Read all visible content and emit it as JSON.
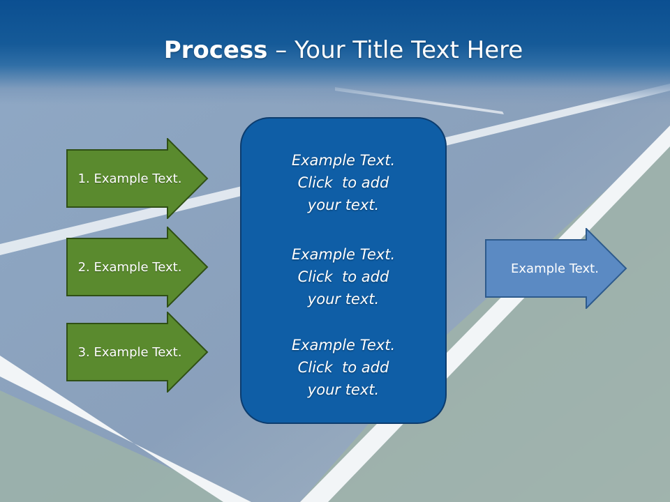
{
  "slide": {
    "title_bold": "Process",
    "title_rest": " – Your Title Text Here"
  },
  "steps": [
    {
      "label": "1. Example Text."
    },
    {
      "label": "2. Example Text."
    },
    {
      "label": "3. Example Text."
    }
  ],
  "center_panel": {
    "blocks": [
      {
        "line1": "Example Text.",
        "line2": "Click  to add",
        "line3": "your text."
      },
      {
        "line1": "Example Text.",
        "line2": "Click  to add",
        "line3": "your text."
      },
      {
        "line1": "Example Text.",
        "line2": "Click  to add",
        "line3": "your text."
      }
    ]
  },
  "output": {
    "label": "Example Text."
  },
  "colors": {
    "header_blue": "#0b4f91",
    "step_green": "#5a8a2e",
    "step_border": "#2f4f15",
    "panel_blue": "#0f5ea6",
    "output_blue": "#5b8ac3"
  }
}
